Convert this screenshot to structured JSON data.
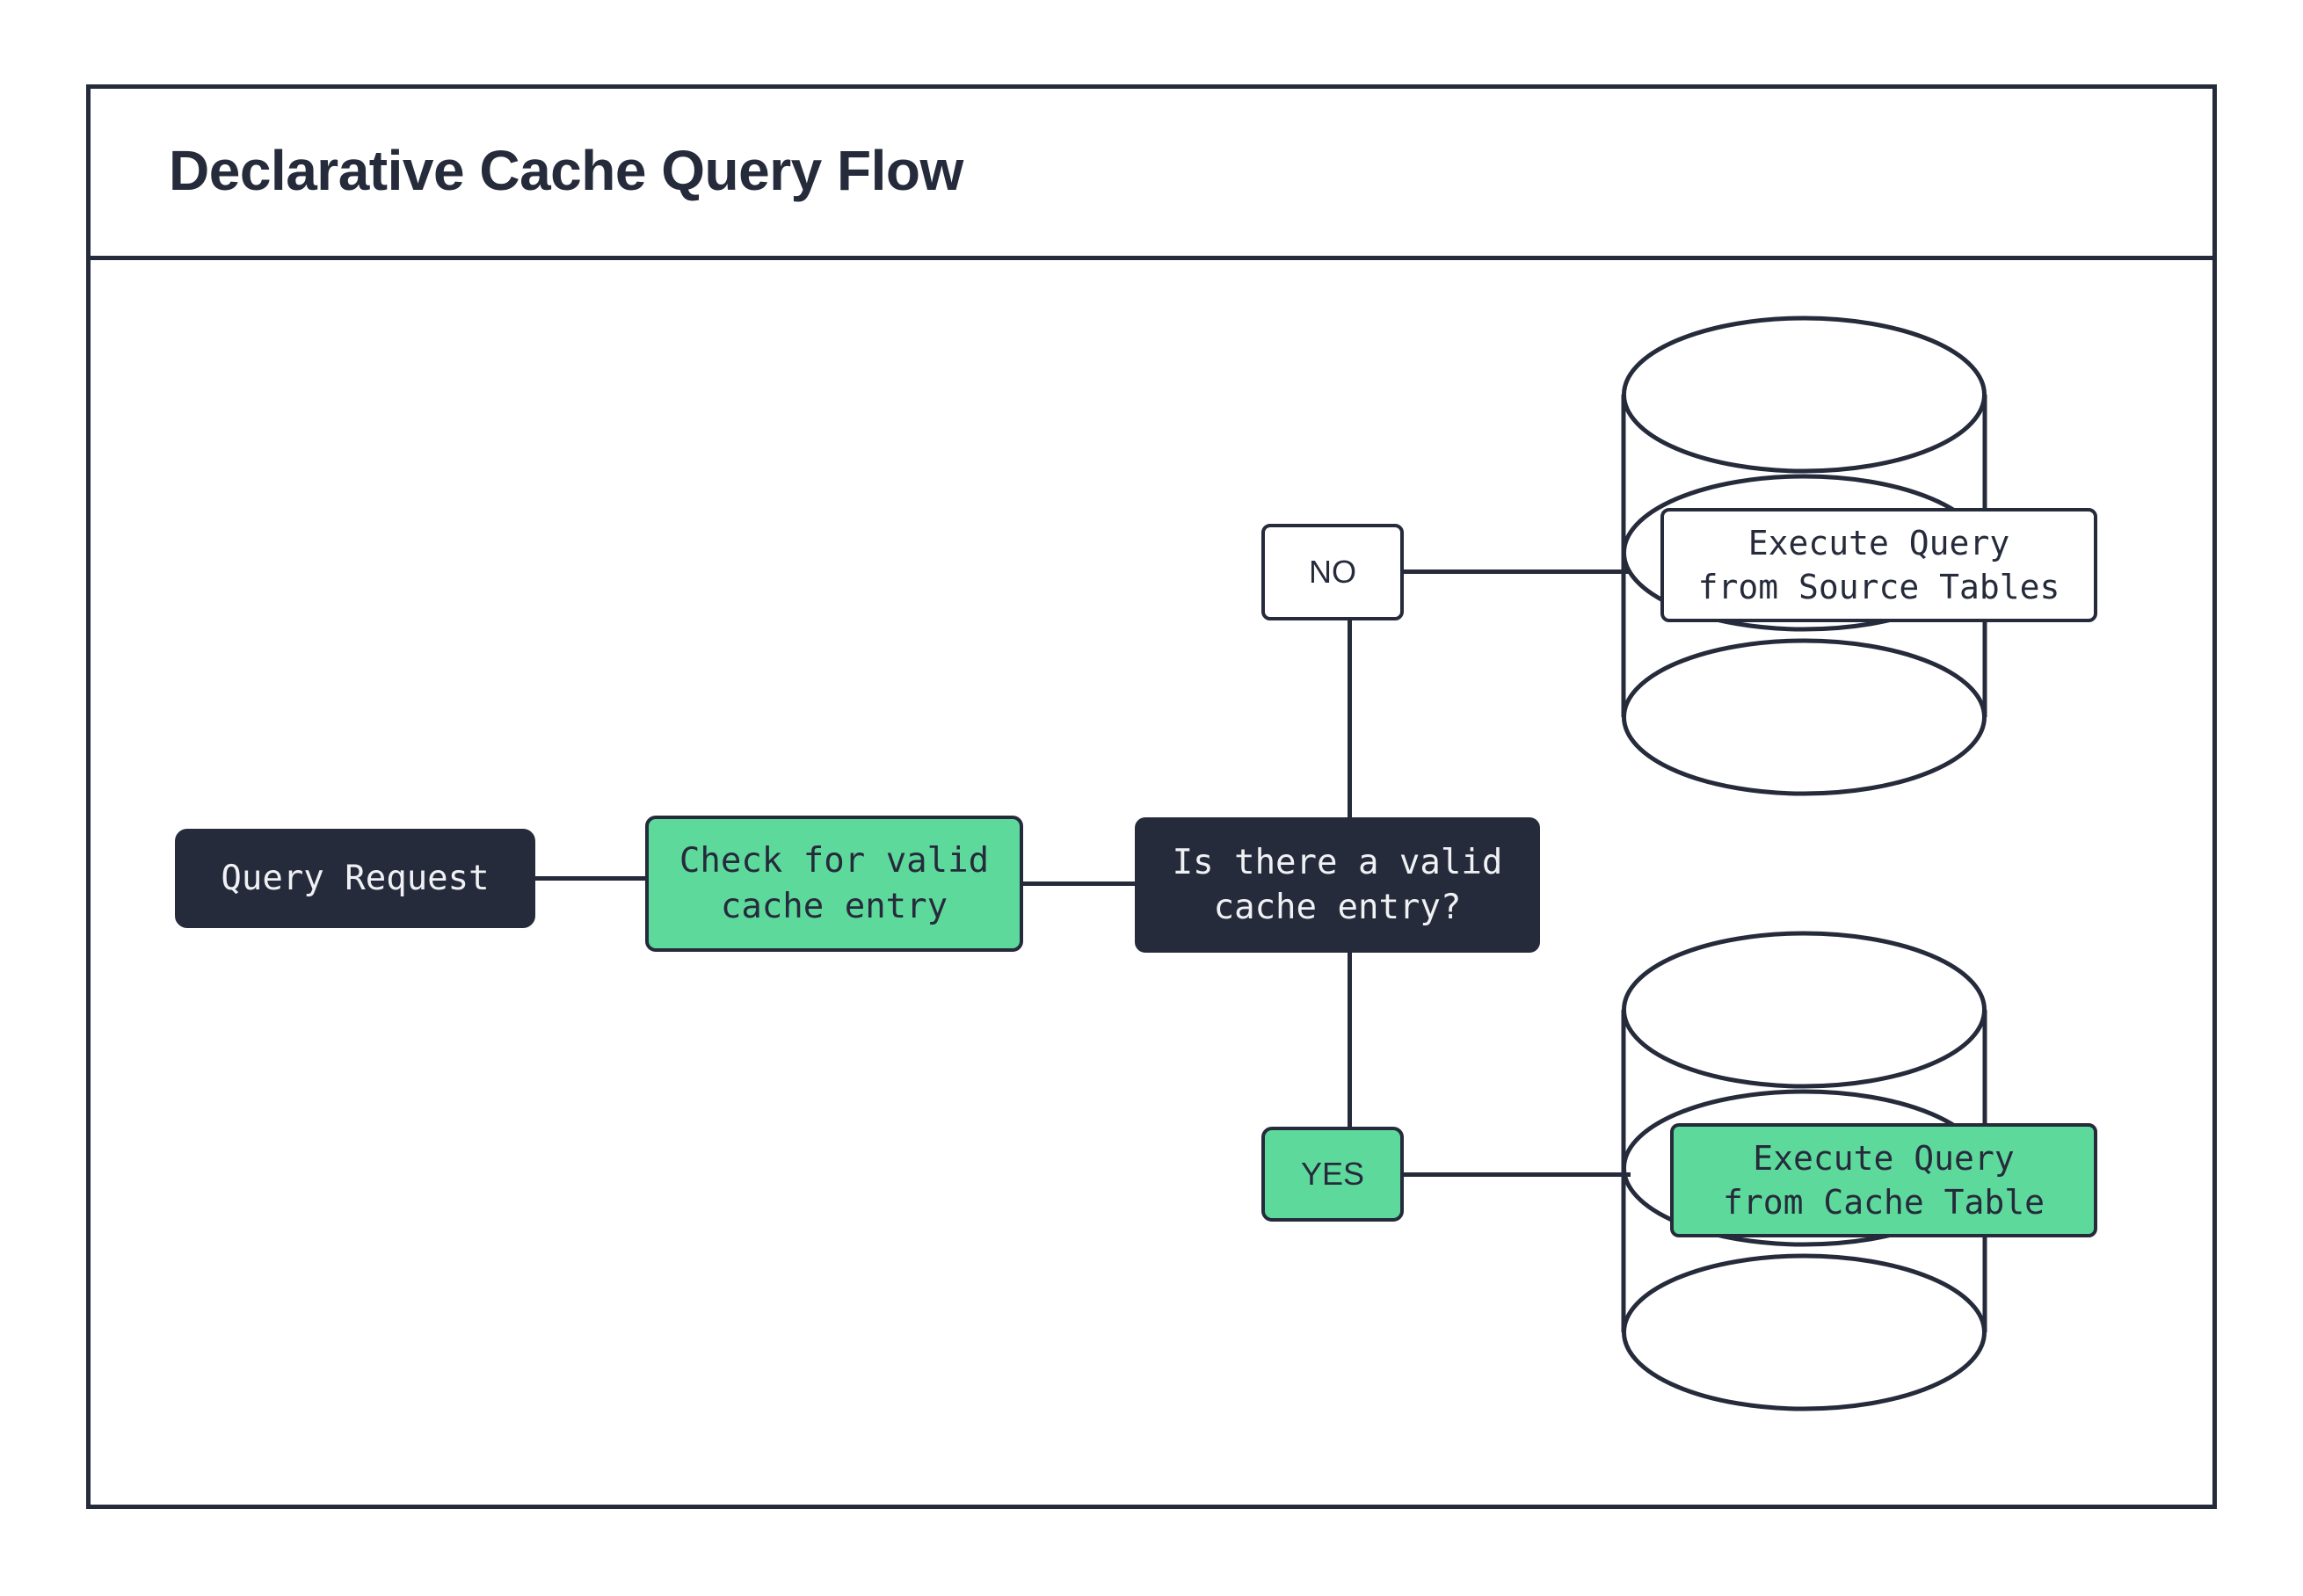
{
  "diagram": {
    "title": "Declarative Cache Query Flow",
    "type": "flowchart",
    "colors": {
      "dark": "#262b3b",
      "green": "#5ed99c",
      "white": "#ffffff",
      "text_light": "#f0f1f4"
    },
    "nodes": {
      "query_request": {
        "label": "Query Request",
        "style": "dark"
      },
      "check_cache": {
        "label": "Check for valid\ncache entry",
        "style": "green"
      },
      "decision": {
        "label": "Is there a valid\ncache entry?",
        "style": "dark"
      },
      "source_exec": {
        "label": "Execute Query\nfrom Source Tables",
        "style": "white"
      },
      "cache_exec": {
        "label": "Execute Query\nfrom Cache Table",
        "style": "green"
      }
    },
    "branch_labels": {
      "no": {
        "label": "NO",
        "style": "white"
      },
      "yes": {
        "label": "YES",
        "style": "green"
      }
    },
    "databases": {
      "source": {
        "name": "source-database-cylinder"
      },
      "cache": {
        "name": "cache-database-cylinder"
      }
    }
  }
}
